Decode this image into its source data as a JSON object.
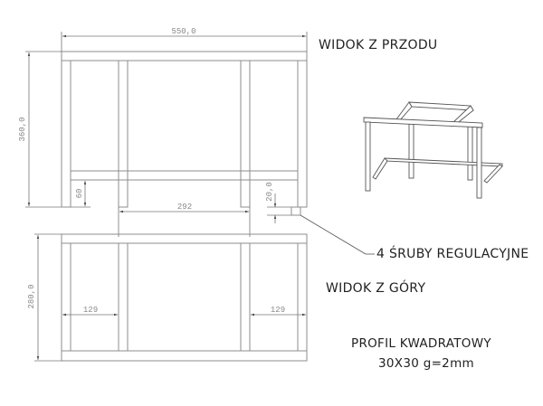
{
  "labels": {
    "front_view": "WIDOK Z PRZODU",
    "top_view": "WIDOK Z GÓRY",
    "screws": "4 ŚRUBY REGULACYJNE",
    "profile_line1": "PROFIL KWADRATOWY",
    "profile_line2": "30X30 g=2mm"
  },
  "dimensions": {
    "width": "550,0",
    "height": "360,0",
    "bottom_rail_height": "60",
    "foot_height": "20,0",
    "inner_span": "292",
    "depth": "280,0",
    "side_left": "129",
    "side_right": "129"
  },
  "colors": {
    "line": "#8c8c8c",
    "dim_line": "#777777",
    "text": "#222222",
    "iso_line": "#555555"
  }
}
